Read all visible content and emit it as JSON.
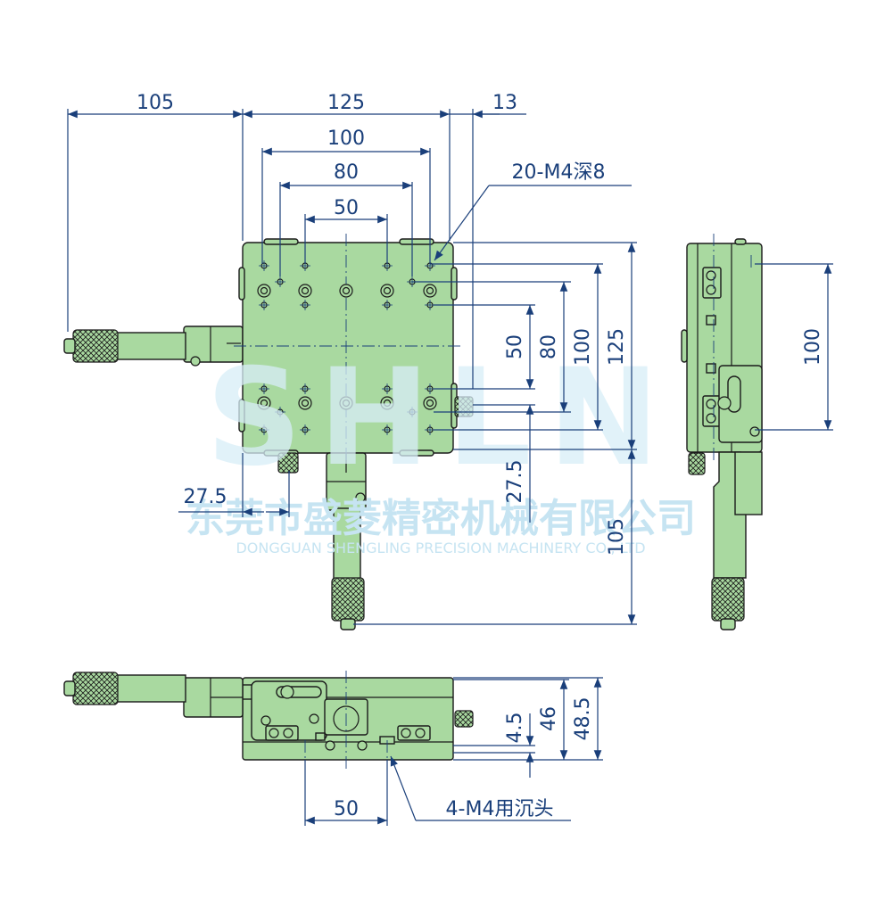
{
  "drawing": {
    "top_view": {
      "dims": {
        "d105_left": "105",
        "d125_top": "125",
        "d13": "13",
        "d100_top": "100",
        "d80_top": "80",
        "d50_top": "50",
        "d27_5_left": "27.5",
        "d50_right": "50",
        "d80_right": "80",
        "d100_right": "100",
        "d125_right": "125",
        "d27_5_right": "27.5",
        "d105_right": "105"
      },
      "callout_holes": "20-M4深8"
    },
    "side_view": {
      "dims": {
        "d100": "100"
      }
    },
    "front_view": {
      "dims": {
        "d4_5": "4.5",
        "d46": "46",
        "d48_5": "48.5",
        "d50_bottom": "50"
      },
      "callout_mount": "4-M4用沉头"
    },
    "watermark": {
      "logo": "SHLN",
      "company_cn": "东莞市盛菱精密机械有限公司",
      "company_en": "DONGGUAN SHENGLING PRECISION MACHINERY CO., LTD"
    },
    "colors": {
      "body": "#a9d9a0",
      "dimension": "#1a3f7a",
      "outline": "#1a1a1a"
    }
  }
}
